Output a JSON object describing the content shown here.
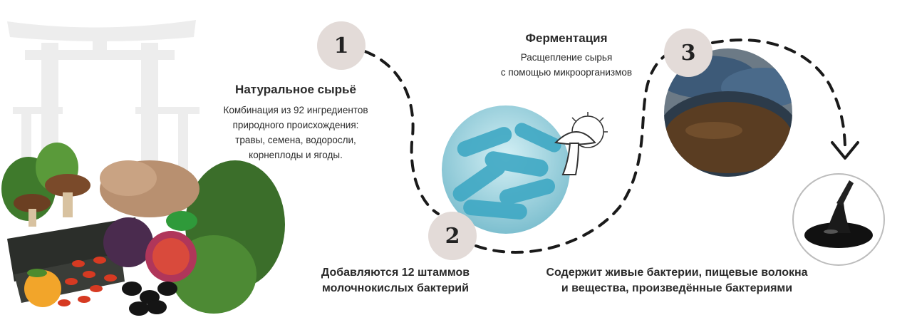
{
  "steps": [
    {
      "number": "1",
      "title": "Натуральное сырьё",
      "lines": [
        "Комбинация из 92 ингредиентов",
        "природного происхождения:",
        "травы, семена, водоросли,",
        "корнеплоды и ягоды."
      ]
    },
    {
      "number": "2",
      "lines": [
        "Добавляются 12 штаммов",
        "молочнокислых бактерий"
      ]
    },
    {
      "number": "3",
      "title": "Ферментация",
      "lines": [
        "Расщепление сырья",
        "с помощью микроорганизмов"
      ]
    },
    {
      "lines": [
        "Содержит живые бактерии, пищевые волокна",
        "и вещества, произведённые бактериями"
      ]
    }
  ],
  "colors": {
    "badge": "#e3dbd8",
    "text": "#2a2a2a",
    "dashes": "#1a1a1a",
    "bacteria": "#6fc3d6",
    "ferment": "#5a3d22"
  }
}
